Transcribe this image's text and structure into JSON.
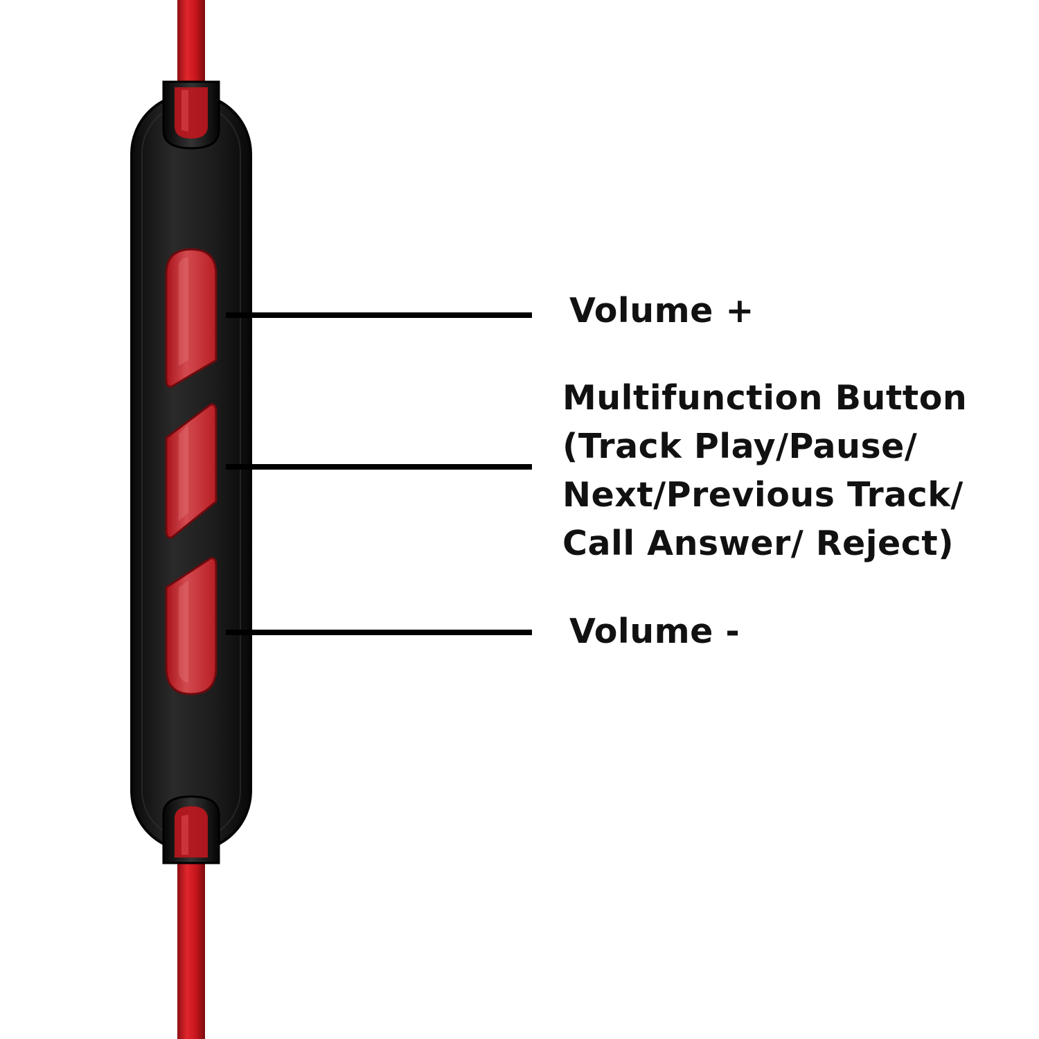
{
  "labels": {
    "volume_up": "Volume +",
    "multifunction": [
      "Multifunction Button",
      "(Track Play/Pause/",
      "Next/Previous Track/",
      "Call Answer/ Reject)"
    ],
    "volume_down": "Volume -"
  },
  "colors": {
    "cable": "#c8161d",
    "remote_body": "#1c1c1c",
    "remote_outline": "#050505",
    "button_fill": "#c3262c",
    "button_highlight": "#d95a5e",
    "leader_line": "#000000",
    "text": "#111111",
    "background": "#ffffff"
  }
}
